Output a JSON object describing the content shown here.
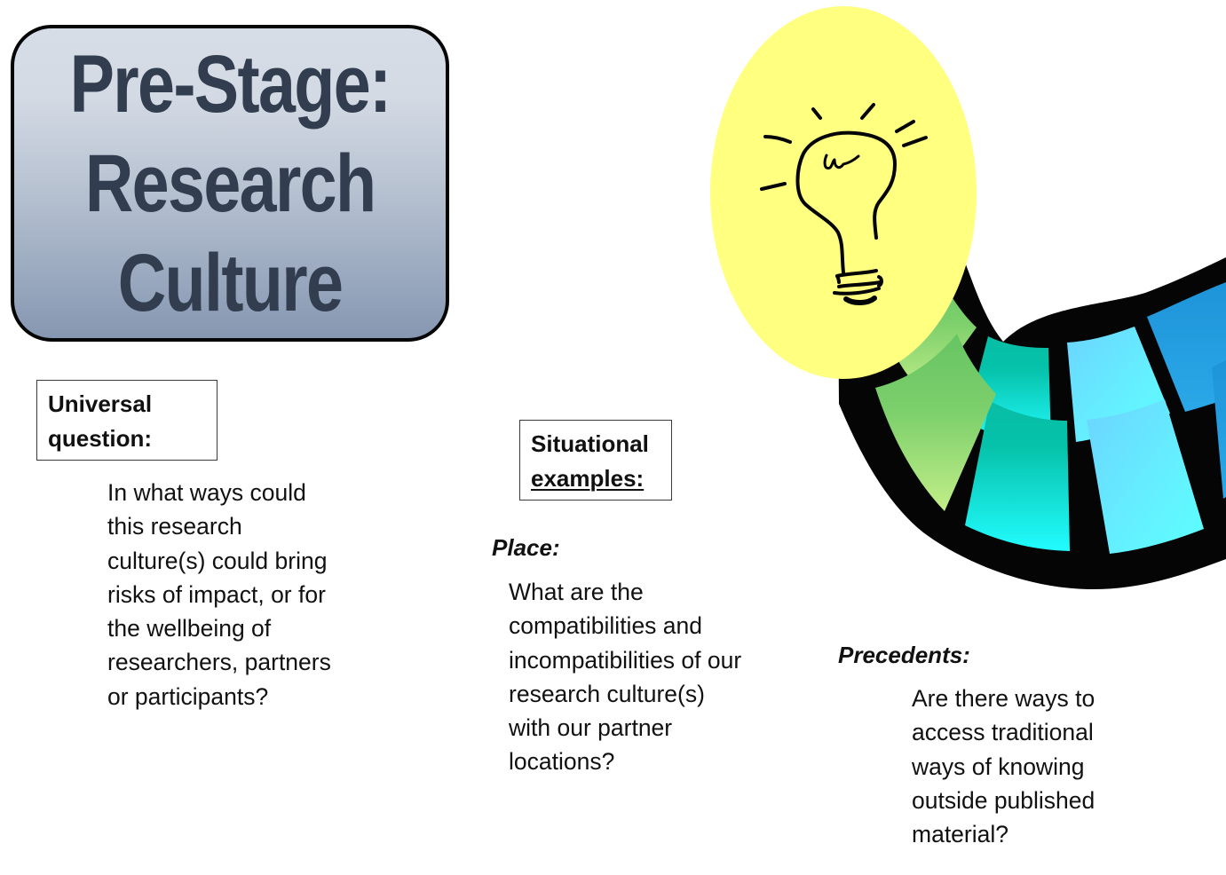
{
  "title": {
    "lines": [
      "Pre-Stage:",
      "Research",
      "Culture"
    ]
  },
  "universal": {
    "label_line1": "Universal",
    "label_line2": "question:",
    "text": "In what ways could\nthis research\nculture(s) could bring\nrisks of impact, or for\nthe wellbeing of\nresearchers, partners\nor participants?"
  },
  "situational": {
    "label_line1": "Situational",
    "label_line2": "examples:"
  },
  "place": {
    "label": "Place:",
    "text": "What are the\ncompatibilities and\nincompatibilities of our\nresearch culture(s)\nwith our partner\nlocations?"
  },
  "precedents": {
    "label": "Precedents:",
    "text": "Are there ways to\naccess traditional\nways of knowing\noutside published\nmaterial?"
  },
  "illustration": {
    "icon": "lightbulb-icon",
    "bulb_circle_color": "#ffff80",
    "band_outline_color": "#050505",
    "segment_colors": [
      "#6cc764",
      "#08c0a8",
      "#6cd8ff",
      "#2098d8"
    ]
  }
}
